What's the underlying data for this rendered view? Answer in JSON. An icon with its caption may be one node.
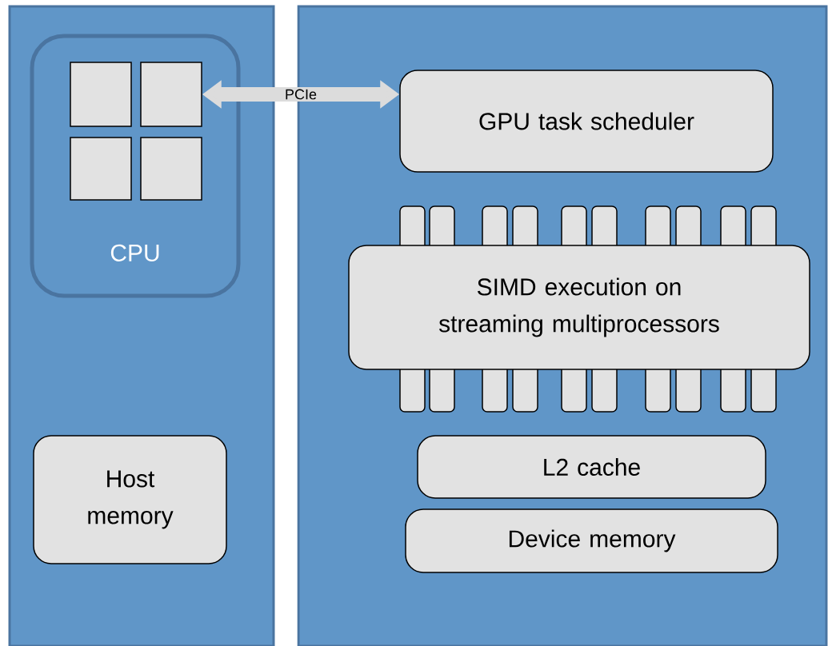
{
  "diagram": {
    "nodes": [
      {
        "text": [],
        "shape": "box"
      },
      {
        "text": [],
        "shape": "box"
      },
      {
        "text": [
          "CPU"
        ],
        "in": 0
      },
      {
        "text": [],
        "shape": "box",
        "in": 2
      },
      {
        "text": [],
        "shape": "box",
        "in": 2
      },
      {
        "text": [],
        "shape": "box",
        "in": 2
      },
      {
        "text": [],
        "shape": "box",
        "in": 2
      },
      {
        "text": [
          "GPU task scheduler"
        ],
        "in": 1
      },
      {
        "text": [
          "SIMD execution on streaming multiprocessors"
        ],
        "in": 1
      },
      {
        "text": [
          "L2 cache"
        ],
        "in": 1
      },
      {
        "text": [
          "Device memory"
        ],
        "in": 1
      },
      {
        "text": [
          "Host memory"
        ],
        "in": 0
      }
    ],
    "edges": [
      {
        "from": 4,
        "to": 7,
        "arrow": "both",
        "label": "PCIe"
      }
    ]
  }
}
